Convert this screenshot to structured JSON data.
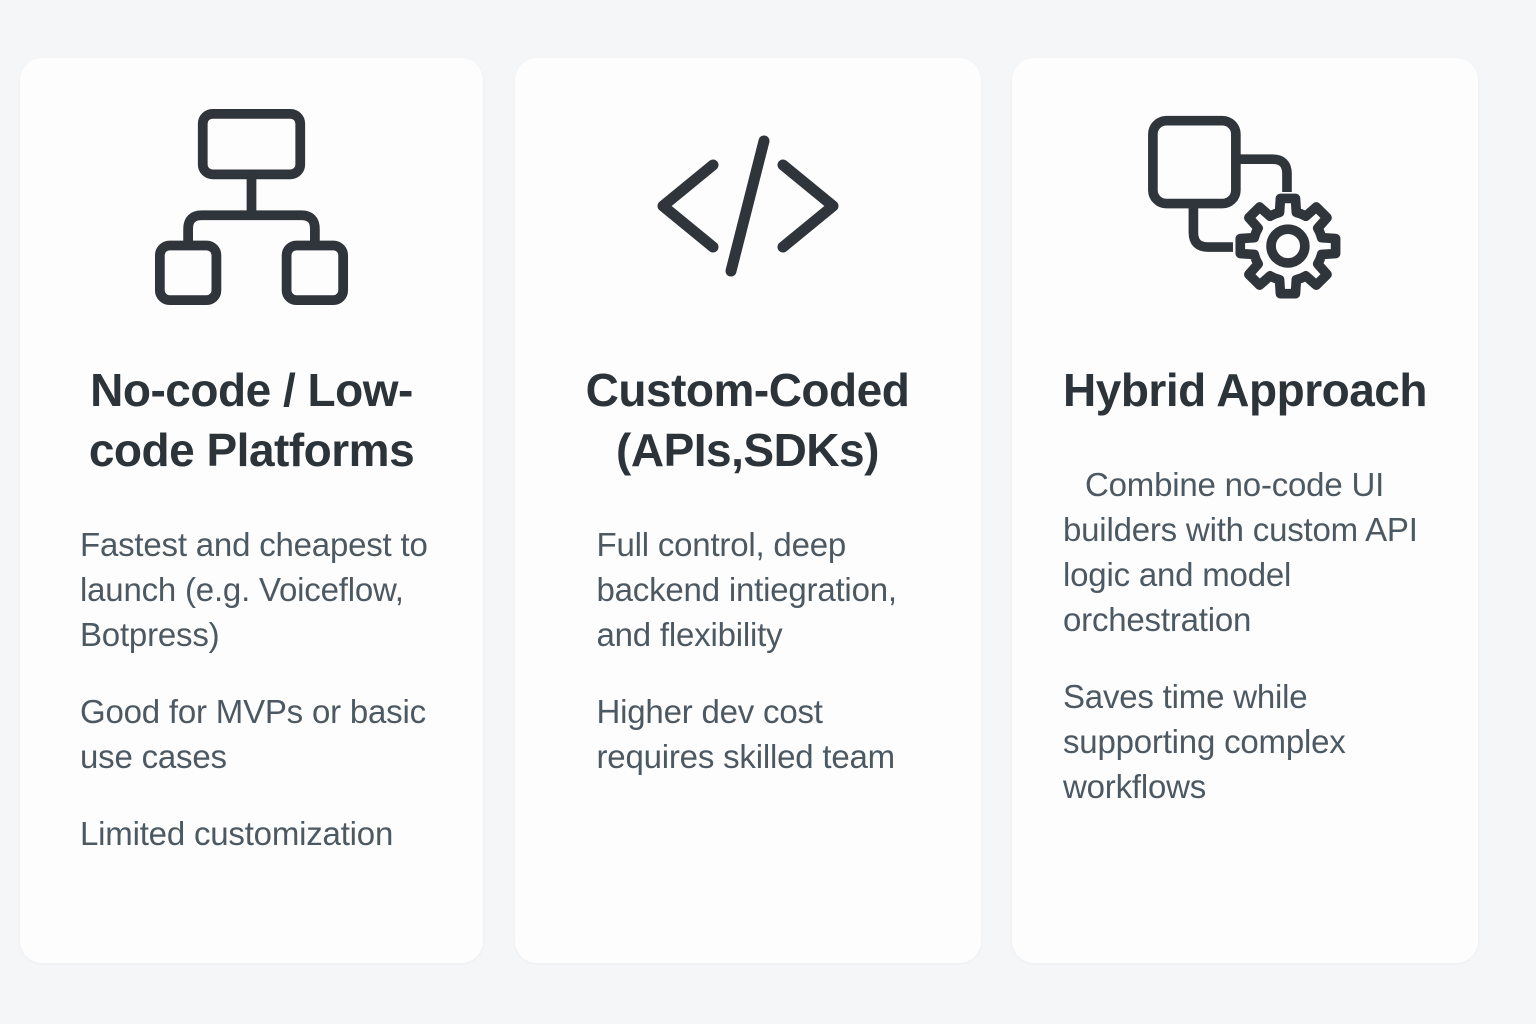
{
  "theme": {
    "page_background": "#f5f6f8",
    "card_background": "#fdfdfe",
    "title_color": "#2d3439",
    "body_color": "#4d5962",
    "icon_color": "#2f353b"
  },
  "cards": [
    {
      "icon": "sitemap-icon",
      "title_lines": [
        "No-code / Low-",
        "code Platforms"
      ],
      "paragraphs": [
        "Fastest and cheapest to launch (e.g. Voiceflow, Botpress)",
        "Good for MVPs or basic use cases",
        "Limited customization"
      ]
    },
    {
      "icon": "code-icon",
      "title_lines": [
        "Custom-Coded",
        "(APIs,SDKs)"
      ],
      "paragraphs": [
        "Full control, deep backend intiegration, and flexibility",
        "Higher dev cost requires skilled team"
      ]
    },
    {
      "icon": "workflow-gear-icon",
      "title_lines": [
        "Hybrid Approach"
      ],
      "paragraphs": [
        "Combine no-code UI builders with custom API logic and model orchestration",
        "Saves time while supporting complex workflows"
      ]
    }
  ]
}
